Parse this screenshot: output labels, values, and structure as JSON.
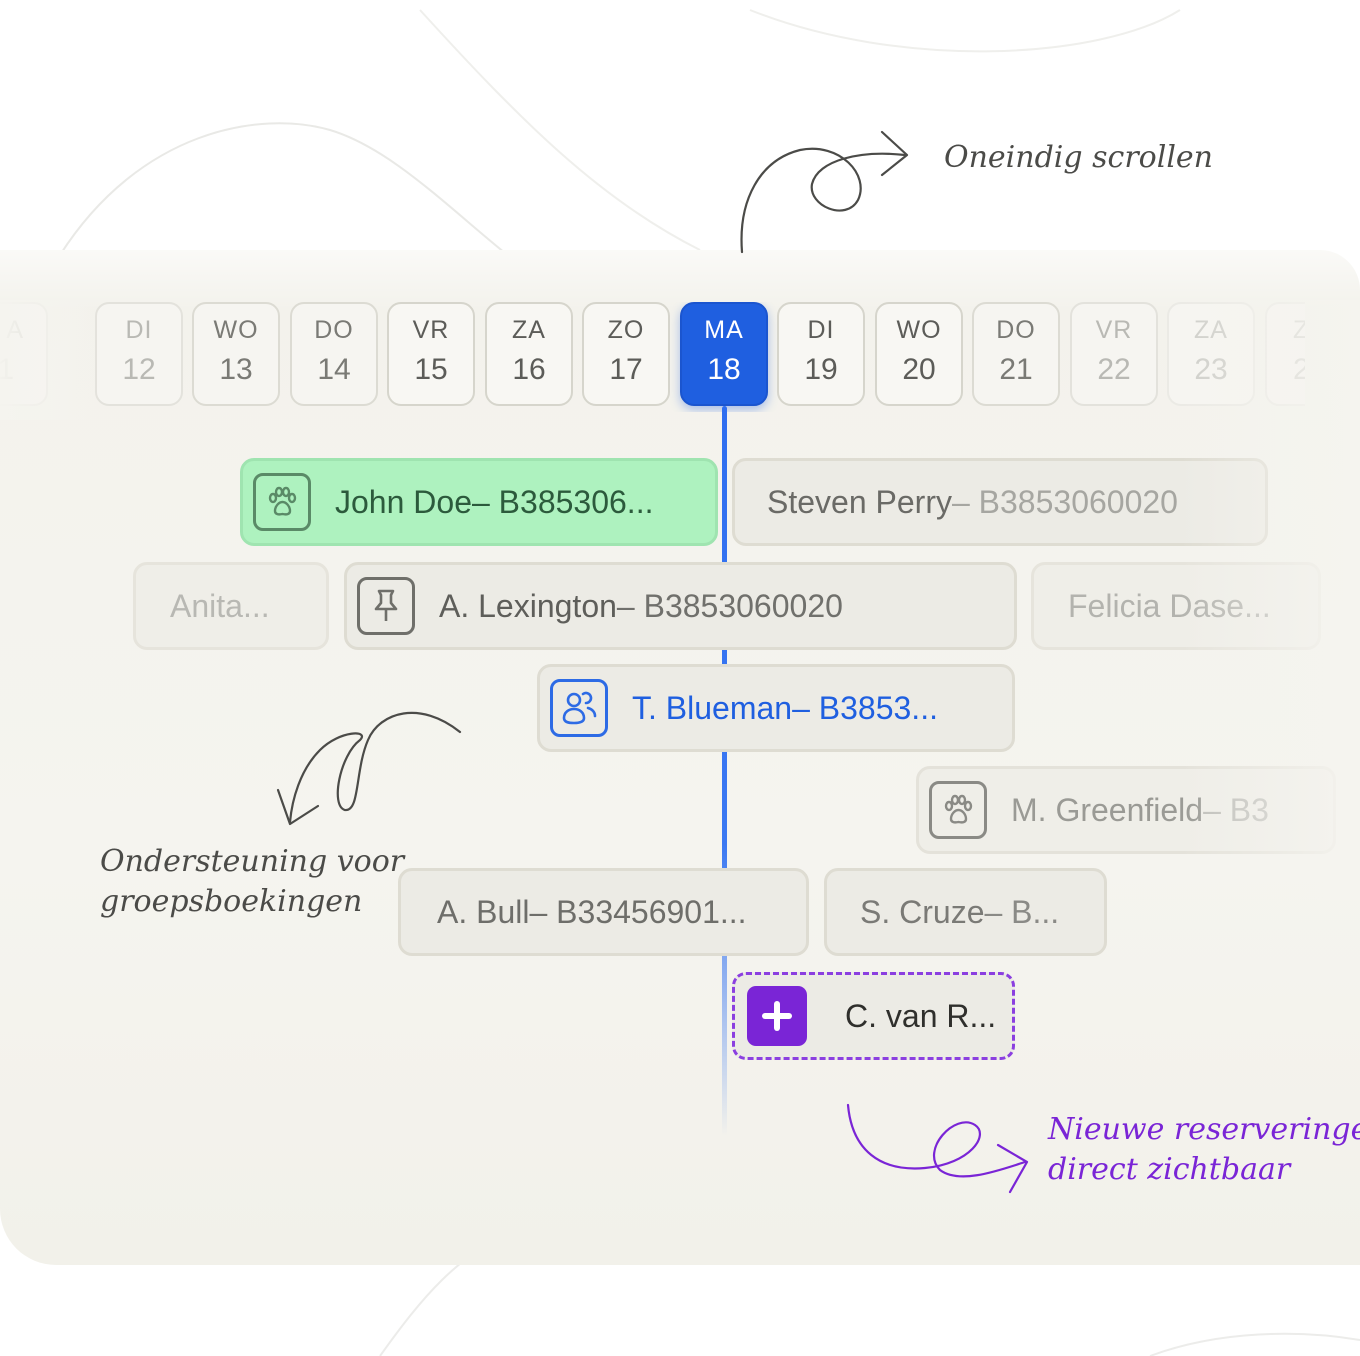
{
  "calendar": {
    "days": [
      {
        "dow": "A",
        "num": "1"
      },
      {
        "dow": "DI",
        "num": "12"
      },
      {
        "dow": "WO",
        "num": "13"
      },
      {
        "dow": "DO",
        "num": "14"
      },
      {
        "dow": "VR",
        "num": "15"
      },
      {
        "dow": "ZA",
        "num": "16"
      },
      {
        "dow": "ZO",
        "num": "17"
      },
      {
        "dow": "MA",
        "num": "18"
      },
      {
        "dow": "DI",
        "num": "19"
      },
      {
        "dow": "WO",
        "num": "20"
      },
      {
        "dow": "DO",
        "num": "21"
      },
      {
        "dow": "VR",
        "num": "22"
      },
      {
        "dow": "ZA",
        "num": "23"
      },
      {
        "dow": "Z",
        "num": "2"
      }
    ],
    "selected_index": 7
  },
  "bookings": {
    "john": {
      "name": "John Doe",
      "ref": " – B385306...",
      "icon": "paw-icon"
    },
    "steven": {
      "name": "Steven Perry ",
      "ref": " – B3853060020"
    },
    "anita": {
      "name": "Anita..."
    },
    "lexington": {
      "name": "A. Lexington ",
      "ref": " – B3853060020",
      "icon": "pin-icon"
    },
    "felicia": {
      "name": "Felicia Dase..."
    },
    "blueman": {
      "name": "T. Blueman",
      "ref": " – B3853...",
      "icon": "group-icon"
    },
    "greenfield": {
      "name": "M. Greenfield",
      "ref": " – B3",
      "icon": "paw-icon"
    },
    "bull": {
      "name": "A. Bull",
      "ref": " – B33456901..."
    },
    "cruze": {
      "name": "S. Cruze",
      "ref": " – B..."
    },
    "new": {
      "name": "C. van R...",
      "icon": "plus-icon"
    }
  },
  "annotations": {
    "scroll": "Oneindig scrollen",
    "group_line1": "Ondersteuning voor",
    "group_line2": "groepsboekingen",
    "new_line1": "Nieuwe reserveringen",
    "new_line2": "direct zichtbaar"
  },
  "colors": {
    "accent_blue": "#1f5fe0",
    "green_booking": "#aef2bf",
    "new_purple": "#7a25d6"
  }
}
